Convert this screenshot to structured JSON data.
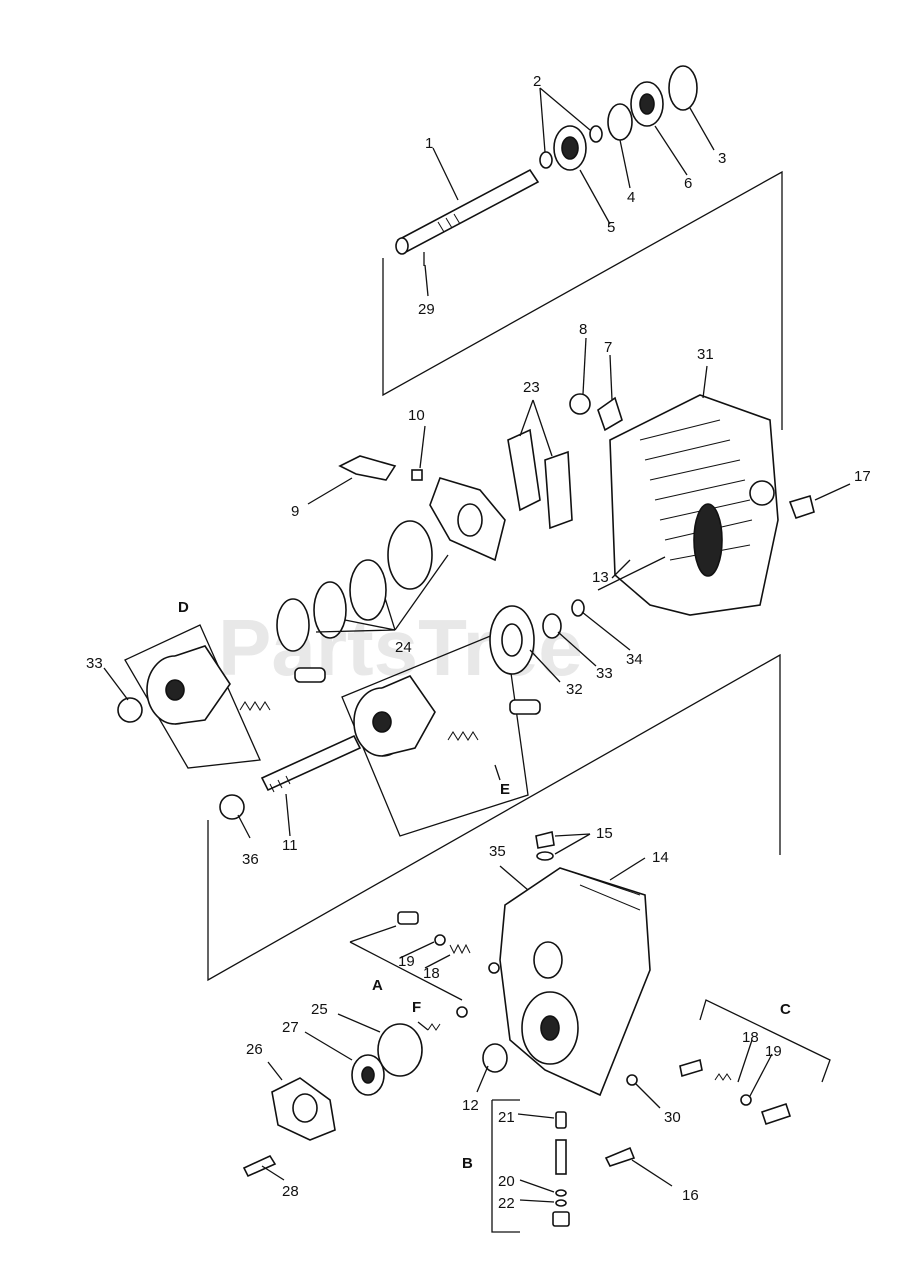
{
  "watermark": "PartsTree",
  "callouts": {
    "c1": "1",
    "c2": "2",
    "c3": "3",
    "c4": "4",
    "c5": "5",
    "c6": "6",
    "c7": "7",
    "c8": "8",
    "c9": "9",
    "c10": "10",
    "c11": "11",
    "c12": "12",
    "c13": "13",
    "c14": "14",
    "c15": "15",
    "c16": "16",
    "c17": "17",
    "c18a": "18",
    "c18b": "18",
    "c19a": "19",
    "c19b": "19",
    "c20": "20",
    "c21": "21",
    "c22": "22",
    "c23": "23",
    "c24": "24",
    "c25": "25",
    "c26": "26",
    "c27": "27",
    "c28": "28",
    "c29": "29",
    "c30": "30",
    "c31": "31",
    "c32": "32",
    "c33a": "33",
    "c33b": "33",
    "c34": "34",
    "c35": "35",
    "c36": "36"
  },
  "groups": {
    "A": "A",
    "B": "B",
    "C": "C",
    "D": "D",
    "E": "E",
    "F": "F"
  }
}
